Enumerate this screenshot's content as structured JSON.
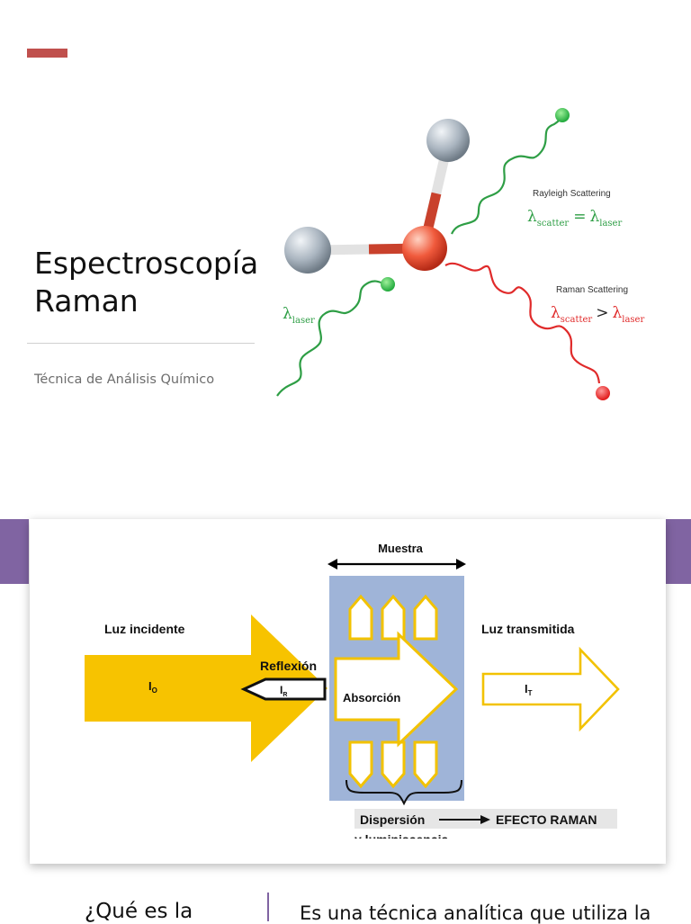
{
  "slide1": {
    "title_line1": "Espectroscopía",
    "title_line2": "Raman",
    "subtitle": "Técnica de Análisis Químico",
    "figure": {
      "rayleigh_label": "Rayleigh Scattering",
      "raman_label": "Raman Scattering",
      "laser_symbol": "λ",
      "laser_subscript": "laser",
      "scatter_subscript": "scatter",
      "eq_op": "=",
      "gt_op": ">"
    },
    "colors": {
      "accent": "#c0504d",
      "green_wave": "#2e9e45",
      "red_wave": "#e02a2a"
    }
  },
  "slide2": {
    "diagram": {
      "muestra": "Muestra",
      "luz_incidente": "Luz incidente",
      "i0_main": "I",
      "i0_sub": "O",
      "reflexion": "Reflexión",
      "ir_main": "I",
      "ir_sub": "R",
      "absorcion": "Absorción",
      "luz_transmitida": "Luz transmitida",
      "it_main": "I",
      "it_sub": "T",
      "dispersion": "Dispersión",
      "efecto_raman": "EFECTO RAMAN",
      "cut_text": "y luminiscencia"
    },
    "colors": {
      "accent": "#8064a2",
      "yellow": "#f7c300",
      "sample": "#9fb4d8"
    }
  },
  "slide3": {
    "question": "¿Qué es la",
    "answer": "Es una técnica analítica que utiliza la"
  }
}
